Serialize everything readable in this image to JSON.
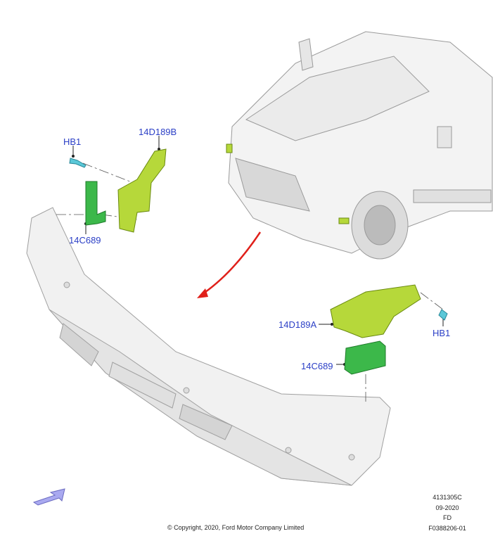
{
  "labels": {
    "hb1_left": "HB1",
    "bracket_b": "14D189B",
    "module_left": "14C689",
    "bracket_a": "14D189A",
    "module_right": "14C689",
    "hb1_right": "HB1"
  },
  "colors": {
    "label": "#2b3fc6",
    "bracket": "#b6d83a",
    "module": "#3cb84a",
    "bolt": "#5bc8d8",
    "arrow": "#e0201a",
    "view_arrow": "#a9a9f0"
  },
  "meta": {
    "illustration_number": "4131305C",
    "date": "09-2020",
    "code": "FD",
    "ref": "F0388206-01"
  },
  "copyright": "© Copyright, 2020, Ford Motor Company Limited"
}
